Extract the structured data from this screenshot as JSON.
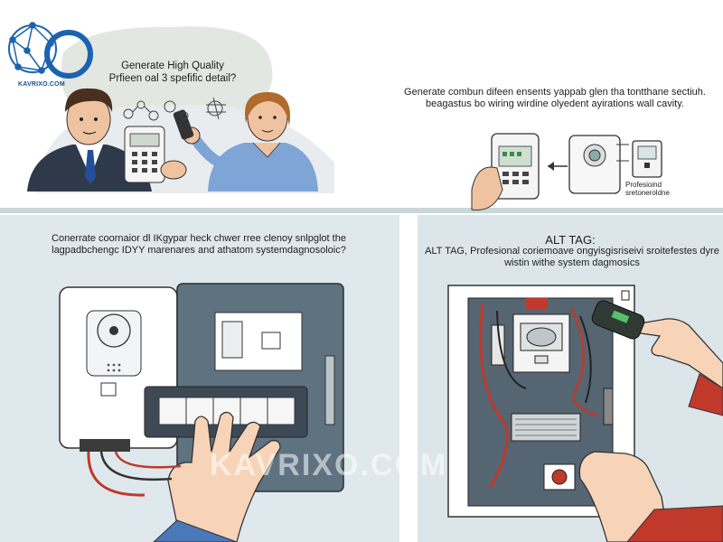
{
  "logo": {
    "text": "KAVRIXO.COM"
  },
  "panels": {
    "top_left": {
      "caption_line1": "Generate High Quality",
      "caption_line2": "Prfieen oal 3 spefific detail?"
    },
    "top_right": {
      "caption": "Generate combun difeen ensents yappab glen tha tontthane sectiuh. beagastus bo wiring wirdine olyedent ayirations wall cavity.",
      "device_label": "Profesioind sretoneroldne"
    },
    "bottom_left": {
      "caption": "Conerrate coornaior dl IKgypar heck chwer rree clenoy snlpglot the lagpadbchengc IDYY marenares and athatom systemdagnosoloic?"
    },
    "bottom_right": {
      "title": "ALT TAG:",
      "caption": "ALT TAG, Profesional coriemoave ongyisgisriseivi sroitefestes dyre wistin withe system dagmosics"
    }
  },
  "watermark": "KAVRIXO.COM",
  "colors": {
    "accent": "#1b63b0",
    "bg_panel": "#dfe8ec",
    "wire_red": "#c0392b",
    "device_dark": "#3d4d5c"
  }
}
